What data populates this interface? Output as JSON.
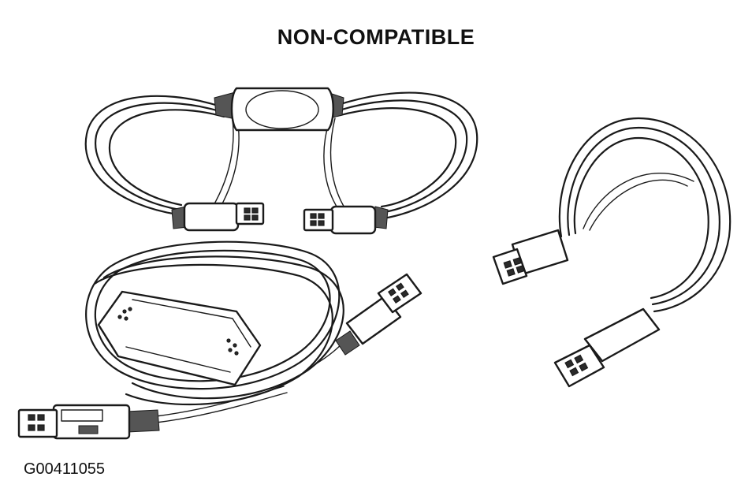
{
  "figure": {
    "title": "NON-COMPATIBLE",
    "code": "G00411055",
    "items": [
      {
        "id": "cable-top-left",
        "icon": "usb-bridge-cable-icon"
      },
      {
        "id": "cable-right",
        "icon": "usb-extension-cable-icon"
      },
      {
        "id": "cable-bottom-left",
        "icon": "usb-adapter-cable-icon"
      }
    ]
  }
}
